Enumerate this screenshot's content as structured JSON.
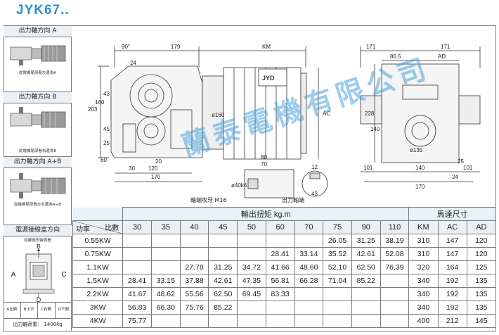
{
  "title": "JYK67..",
  "sidebar": {
    "sections": [
      {
        "header": "出力軸方向 A",
        "caption": "從電機尾部看左邊為A"
      },
      {
        "header": "出力軸方向 B",
        "caption": "從電機尾部看右邊為B"
      },
      {
        "header": "出力軸方向 A+B",
        "caption": "從電機尾部看左右邊為A+B"
      },
      {
        "header": "電源接線盒方向",
        "caption": "從腳座安裝面看"
      }
    ],
    "box_labels": {
      "top": "B",
      "left": "A",
      "right": "C",
      "bottom": "D"
    },
    "direction_legend": [
      "A左側",
      "B上方",
      "C右側",
      "D下側"
    ],
    "weight_label": "出力軸荷重： 1400kg"
  },
  "drawing": {
    "dims_side": [
      "90°",
      "179",
      "KM",
      "24",
      "43",
      "203",
      "160",
      "45",
      "25",
      "20",
      "60",
      "30",
      "120",
      "170",
      "ø160",
      "AC"
    ],
    "dims_front": [
      "171",
      "171",
      "86.5",
      "AD",
      "228",
      "140",
      "ø135",
      "25",
      "101",
      "140",
      "101",
      "24",
      "170"
    ],
    "dims_shaft": [
      "80",
      "70",
      "ø40k6",
      "12",
      "43"
    ],
    "motor_badge": "JYD",
    "labels": {
      "tap": "軸端攻牙 M16",
      "shaft": "出力軸端"
    }
  },
  "watermark": "蘭泰電機有限公司",
  "table": {
    "torque_header": "輸出扭矩 kg.m",
    "size_header": "馬達尺寸",
    "ratio_label": "比數",
    "power_label": "功率",
    "ratios": [
      "30",
      "35",
      "40",
      "45",
      "50",
      "60",
      "70",
      "75",
      "90",
      "110"
    ],
    "size_cols": [
      "KM",
      "AC",
      "AD"
    ],
    "rows": [
      {
        "power": "0.55KW",
        "torques": [
          "",
          "",
          "",
          "",
          "",
          "",
          "",
          "26.05",
          "31.25",
          "38.19"
        ],
        "sizes": [
          "310",
          "147",
          "120"
        ]
      },
      {
        "power": "0.75KW",
        "torques": [
          "",
          "",
          "",
          "",
          "",
          "28.41",
          "33.14",
          "35.52",
          "42.61",
          "52.08"
        ],
        "sizes": [
          "310",
          "147",
          "120"
        ]
      },
      {
        "power": "1.1KW",
        "torques": [
          "",
          "",
          "27.78",
          "31.25",
          "34.72",
          "41.66",
          "48.60",
          "52.10",
          "62.50",
          "76.39"
        ],
        "sizes": [
          "320",
          "164",
          "125"
        ]
      },
      {
        "power": "1.5KW",
        "torques": [
          "28.41",
          "33.15",
          "37.88",
          "42.61",
          "47.35",
          "56.81",
          "66.28",
          "71.04",
          "85.22",
          ""
        ],
        "sizes": [
          "340",
          "192",
          "135"
        ]
      },
      {
        "power": "2.2KW",
        "torques": [
          "41.67",
          "48.62",
          "55.56",
          "62.50",
          "69.45",
          "83.33",
          "",
          "",
          "",
          ""
        ],
        "sizes": [
          "340",
          "192",
          "135"
        ]
      },
      {
        "power": "3KW",
        "torques": [
          "56.83",
          "66.30",
          "75.76",
          "85.22",
          "",
          "",
          "",
          "",
          "",
          ""
        ],
        "sizes": [
          "340",
          "192",
          "135"
        ]
      },
      {
        "power": "4KW",
        "torques": [
          "75.77",
          "",
          "",
          "",
          "",
          "",
          "",
          "",
          "",
          ""
        ],
        "sizes": [
          "400",
          "212",
          "145"
        ]
      }
    ]
  }
}
